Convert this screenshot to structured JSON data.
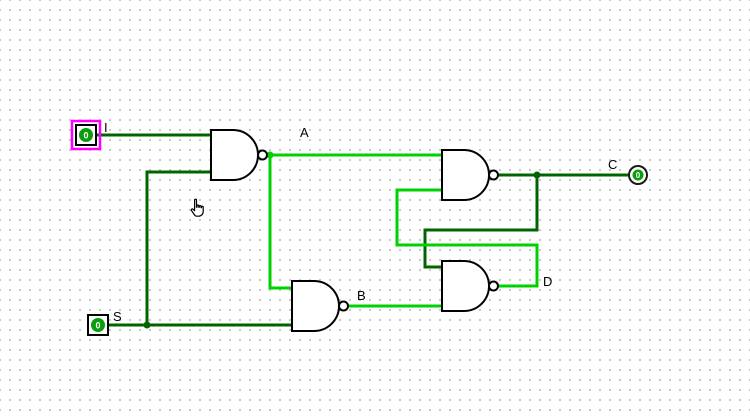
{
  "colors": {
    "canvas_bg": "#ffffff",
    "grid_dot": "#b8b8b8",
    "wire_high": "#00d200",
    "wire_low": "#006400",
    "gate_stroke": "#000000",
    "selection": "#ff00ff",
    "pin_value_fill": "#0a9e0a",
    "pin_border": "#000000",
    "label_color": "#000000"
  },
  "labels": {
    "input_i": "I",
    "input_s": "S",
    "net_a": "A",
    "net_b": "B",
    "output_c": "C",
    "net_d": "D"
  },
  "pins": {
    "i": {
      "label": "I",
      "value": "0",
      "kind": "input",
      "selected": true
    },
    "s": {
      "label": "S",
      "value": "0",
      "kind": "input",
      "selected": false
    },
    "c": {
      "label": "C",
      "value": "0",
      "kind": "output",
      "selected": false
    }
  },
  "circuit": {
    "gates": [
      {
        "id": "nand1",
        "type": "NAND",
        "inputs": [
          "I",
          "S"
        ],
        "output": "A",
        "output_value": 1
      },
      {
        "id": "nand2",
        "type": "NAND",
        "inputs": [
          "A",
          "S"
        ],
        "output": "B",
        "output_value": 1
      },
      {
        "id": "nand3",
        "type": "NAND",
        "inputs": [
          "A",
          "D"
        ],
        "output": "C",
        "output_value": 0
      },
      {
        "id": "nand4",
        "type": "NAND",
        "inputs": [
          "C",
          "B"
        ],
        "output": "D",
        "output_value": 1
      }
    ],
    "wire_states": {
      "I": 0,
      "S": 0,
      "A": 1,
      "B": 1,
      "C": 0,
      "D": 1
    }
  }
}
